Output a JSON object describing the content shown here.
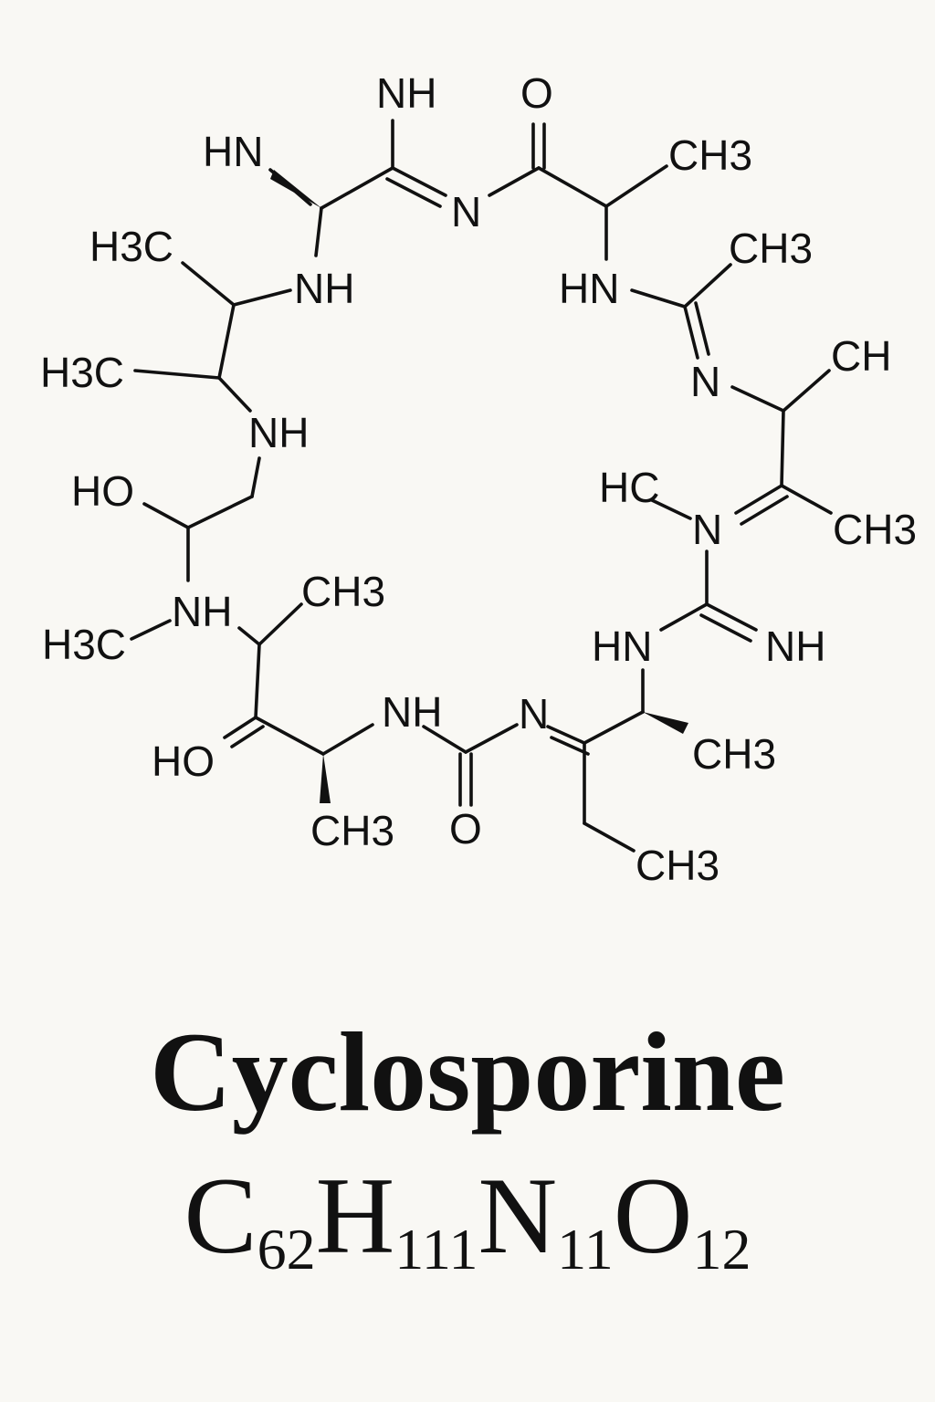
{
  "compound": {
    "name": "Cyclosporine",
    "formula": [
      {
        "symbol": "C",
        "count": "62"
      },
      {
        "symbol": "H",
        "count": "111"
      },
      {
        "symbol": "N",
        "count": "11"
      },
      {
        "symbol": "O",
        "count": "12"
      }
    ]
  },
  "structure": {
    "atom_labels": {
      "nh_top": "NH",
      "o_top": "O",
      "hn_top_left": "HN",
      "ch3_top_right": "CH3",
      "n_top_mid": "N",
      "h3c_upper_left": "H3C",
      "nh_upper_left": "NH",
      "hn_upper_right": "HN",
      "ch3_upper_right": "CH3",
      "h3c_mid_left": "H3C",
      "n_right_upper": "N",
      "ch_right": "CH",
      "nh_left_mid": "NH",
      "ho_left": "HO",
      "hc_right": "HC",
      "n_right_mid": "N",
      "ch3_right_mid": "CH3",
      "nh_lower_left": "NH",
      "h3c_lower_left": "H3C",
      "ch3_lower_left": "CH3",
      "hn_lower_right": "HN",
      "nh_lower_right": "NH",
      "nh_bottom_mid": "NH",
      "n_bottom_mid": "N",
      "ho_bottom_left": "HO",
      "ch3_bottom_right_a": "CH3",
      "ch3_bottom_left": "CH3",
      "o_bottom": "O",
      "ch3_bottom_right_b": "CH3"
    }
  }
}
